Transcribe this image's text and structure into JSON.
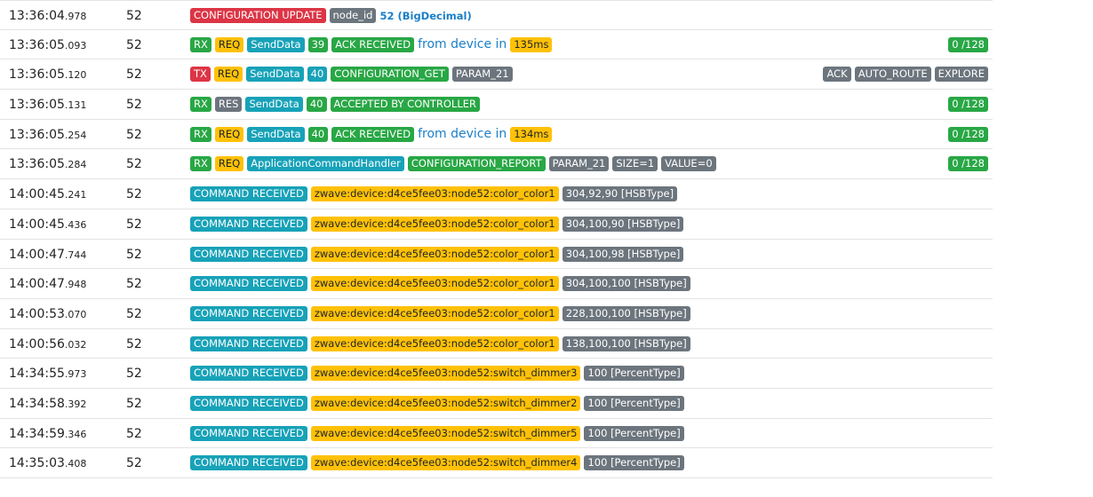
{
  "rows": [
    {
      "time": "13:36:04",
      "ms": ".978",
      "node": "52",
      "msg": [
        {
          "t": "CONFIGURATION UPDATE",
          "c": "red"
        },
        {
          "t": "node_id",
          "c": "gray"
        },
        {
          "t": "52 (BigDecimal)",
          "c": "t-blue-b"
        }
      ],
      "right": []
    },
    {
      "time": "13:36:05",
      "ms": ".093",
      "node": "52",
      "msg": [
        {
          "t": "RX",
          "c": "green"
        },
        {
          "t": "REQ",
          "c": "yellow"
        },
        {
          "t": "SendData",
          "c": "teal"
        },
        {
          "t": "39",
          "c": "green"
        },
        {
          "t": "ACK RECEIVED",
          "c": "green"
        },
        {
          "t": "from device in",
          "c": "t-blue"
        },
        {
          "t": "135ms",
          "c": "yellow"
        }
      ],
      "right": [
        {
          "t": "0 /128",
          "c": "green"
        }
      ]
    },
    {
      "time": "13:36:05",
      "ms": ".120",
      "node": "52",
      "msg": [
        {
          "t": "TX",
          "c": "red"
        },
        {
          "t": "REQ",
          "c": "yellow"
        },
        {
          "t": "SendData",
          "c": "teal"
        },
        {
          "t": "40",
          "c": "teal"
        },
        {
          "t": "CONFIGURATION_GET",
          "c": "green"
        },
        {
          "t": "PARAM_21",
          "c": "gray"
        }
      ],
      "right": [
        {
          "t": "ACK",
          "c": "gray"
        },
        {
          "t": "AUTO_ROUTE",
          "c": "gray"
        },
        {
          "t": "EXPLORE",
          "c": "gray"
        }
      ]
    },
    {
      "time": "13:36:05",
      "ms": ".131",
      "node": "52",
      "msg": [
        {
          "t": "RX",
          "c": "green"
        },
        {
          "t": "RES",
          "c": "gray"
        },
        {
          "t": "SendData",
          "c": "teal"
        },
        {
          "t": "40",
          "c": "green"
        },
        {
          "t": "ACCEPTED BY CONTROLLER",
          "c": "green"
        }
      ],
      "right": [
        {
          "t": "0 /128",
          "c": "green"
        }
      ]
    },
    {
      "time": "13:36:05",
      "ms": ".254",
      "node": "52",
      "msg": [
        {
          "t": "RX",
          "c": "green"
        },
        {
          "t": "REQ",
          "c": "yellow"
        },
        {
          "t": "SendData",
          "c": "teal"
        },
        {
          "t": "40",
          "c": "green"
        },
        {
          "t": "ACK RECEIVED",
          "c": "green"
        },
        {
          "t": "from device in",
          "c": "t-blue"
        },
        {
          "t": "134ms",
          "c": "yellow"
        }
      ],
      "right": [
        {
          "t": "0 /128",
          "c": "green"
        }
      ]
    },
    {
      "time": "13:36:05",
      "ms": ".284",
      "node": "52",
      "msg": [
        {
          "t": "RX",
          "c": "green"
        },
        {
          "t": "REQ",
          "c": "yellow"
        },
        {
          "t": "ApplicationCommandHandler",
          "c": "teal"
        },
        {
          "t": "CONFIGURATION_REPORT",
          "c": "green"
        },
        {
          "t": "PARAM_21",
          "c": "gray"
        },
        {
          "t": "SIZE=1",
          "c": "gray"
        },
        {
          "t": "VALUE=0",
          "c": "gray"
        }
      ],
      "right": [
        {
          "t": "0 /128",
          "c": "green"
        }
      ]
    },
    {
      "time": "14:00:45",
      "ms": ".241",
      "node": "52",
      "msg": [
        {
          "t": "COMMAND RECEIVED",
          "c": "teal"
        },
        {
          "t": "zwave:device:d4ce5fee03:node52:color_color1",
          "c": "yellow"
        },
        {
          "t": "304,92,90 [HSBType]",
          "c": "gray"
        }
      ],
      "right": []
    },
    {
      "time": "14:00:45",
      "ms": ".436",
      "node": "52",
      "msg": [
        {
          "t": "COMMAND RECEIVED",
          "c": "teal"
        },
        {
          "t": "zwave:device:d4ce5fee03:node52:color_color1",
          "c": "yellow"
        },
        {
          "t": "304,100,90 [HSBType]",
          "c": "gray"
        }
      ],
      "right": []
    },
    {
      "time": "14:00:47",
      "ms": ".744",
      "node": "52",
      "msg": [
        {
          "t": "COMMAND RECEIVED",
          "c": "teal"
        },
        {
          "t": "zwave:device:d4ce5fee03:node52:color_color1",
          "c": "yellow"
        },
        {
          "t": "304,100,98 [HSBType]",
          "c": "gray"
        }
      ],
      "right": []
    },
    {
      "time": "14:00:47",
      "ms": ".948",
      "node": "52",
      "msg": [
        {
          "t": "COMMAND RECEIVED",
          "c": "teal"
        },
        {
          "t": "zwave:device:d4ce5fee03:node52:color_color1",
          "c": "yellow"
        },
        {
          "t": "304,100,100 [HSBType]",
          "c": "gray"
        }
      ],
      "right": []
    },
    {
      "time": "14:00:53",
      "ms": ".070",
      "node": "52",
      "msg": [
        {
          "t": "COMMAND RECEIVED",
          "c": "teal"
        },
        {
          "t": "zwave:device:d4ce5fee03:node52:color_color1",
          "c": "yellow"
        },
        {
          "t": "228,100,100 [HSBType]",
          "c": "gray"
        }
      ],
      "right": []
    },
    {
      "time": "14:00:56",
      "ms": ".032",
      "node": "52",
      "msg": [
        {
          "t": "COMMAND RECEIVED",
          "c": "teal"
        },
        {
          "t": "zwave:device:d4ce5fee03:node52:color_color1",
          "c": "yellow"
        },
        {
          "t": "138,100,100 [HSBType]",
          "c": "gray"
        }
      ],
      "right": []
    },
    {
      "time": "14:34:55",
      "ms": ".973",
      "node": "52",
      "msg": [
        {
          "t": "COMMAND RECEIVED",
          "c": "teal"
        },
        {
          "t": "zwave:device:d4ce5fee03:node52:switch_dimmer3",
          "c": "yellow"
        },
        {
          "t": "100 [PercentType]",
          "c": "gray"
        }
      ],
      "right": []
    },
    {
      "time": "14:34:58",
      "ms": ".392",
      "node": "52",
      "msg": [
        {
          "t": "COMMAND RECEIVED",
          "c": "teal"
        },
        {
          "t": "zwave:device:d4ce5fee03:node52:switch_dimmer2",
          "c": "yellow"
        },
        {
          "t": "100 [PercentType]",
          "c": "gray"
        }
      ],
      "right": []
    },
    {
      "time": "14:34:59",
      "ms": ".346",
      "node": "52",
      "msg": [
        {
          "t": "COMMAND RECEIVED",
          "c": "teal"
        },
        {
          "t": "zwave:device:d4ce5fee03:node52:switch_dimmer5",
          "c": "yellow"
        },
        {
          "t": "100 [PercentType]",
          "c": "gray"
        }
      ],
      "right": []
    },
    {
      "time": "14:35:03",
      "ms": ".408",
      "node": "52",
      "msg": [
        {
          "t": "COMMAND RECEIVED",
          "c": "teal"
        },
        {
          "t": "zwave:device:d4ce5fee03:node52:switch_dimmer4",
          "c": "yellow"
        },
        {
          "t": "100 [PercentType]",
          "c": "gray"
        }
      ],
      "right": []
    }
  ]
}
